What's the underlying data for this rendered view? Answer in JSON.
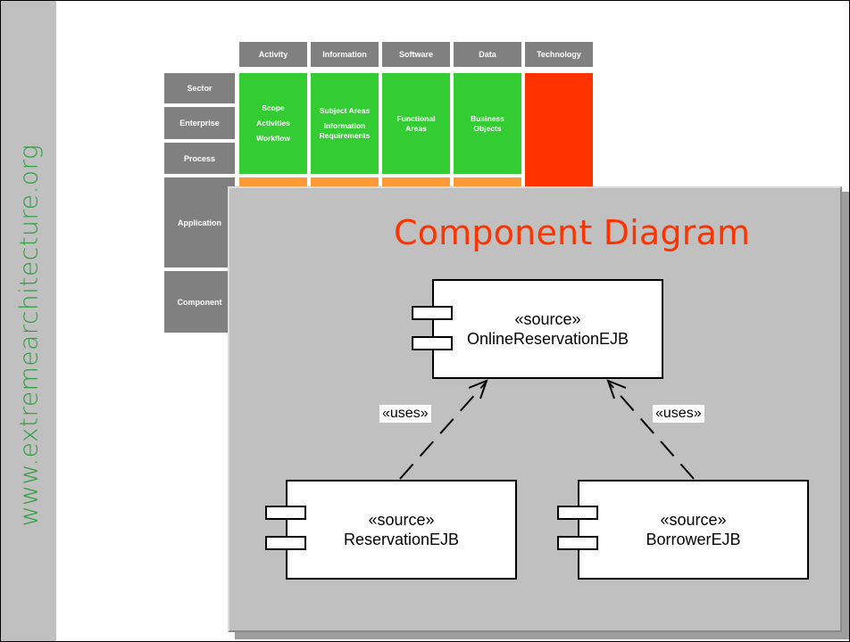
{
  "sidebar": {
    "website": "www.extremearchitecture.org"
  },
  "zachman": {
    "columns": [
      "Activity",
      "Information",
      "Software",
      "Data",
      "Technology"
    ],
    "rows": [
      "Sector",
      "Enterprise",
      "Process",
      "Application",
      "Component"
    ],
    "cells": {
      "activity": [
        "Scope",
        "Activities",
        "Workflow"
      ],
      "information": [
        "Subject Areas",
        "Information Requirements"
      ],
      "software": [
        "Functional Areas"
      ],
      "data": [
        "Business Objects"
      ]
    },
    "colors": {
      "header": "#808080",
      "green": "#33cc33",
      "orange": "#ff9933",
      "red": "#ff3300"
    }
  },
  "diagram": {
    "title": "Component Diagram",
    "stereotype": "«source»",
    "components": {
      "online": "OnlineReservationEJB",
      "reservation": "ReservationEJB",
      "borrower": "BorrowerEJB"
    },
    "dependency_label": "«uses»"
  }
}
